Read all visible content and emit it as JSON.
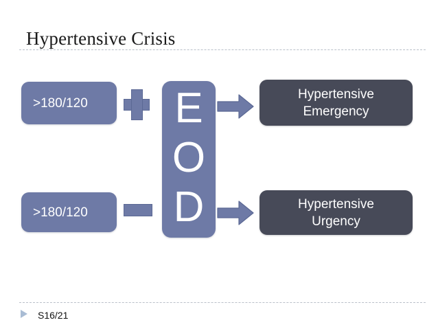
{
  "slide": {
    "title": "Hypertensive Crisis",
    "background_color": "#ffffff",
    "rule_color": "#b9bfc9"
  },
  "diagram": {
    "accent_blue": "#6e7aa6",
    "accent_dark": "#474a58",
    "text_color": "#ffffff",
    "center_node": {
      "name": "EOD",
      "letters": [
        "E",
        "O",
        "D"
      ]
    },
    "rows": [
      {
        "id": "emergency",
        "source_label": ">180/120",
        "operator": "plus",
        "operator_symbol": "+",
        "result_line1": "Hypertensive",
        "result_line2": "Emergency"
      },
      {
        "id": "urgency",
        "source_label": ">180/120",
        "operator": "minus",
        "operator_symbol": "−",
        "result_line1": "Hypertensive",
        "result_line2": "Urgency"
      }
    ]
  },
  "footer": {
    "bullet_icon": "triangle-right-icon",
    "bullet_color": "#a9bcd4",
    "label": "S16/21"
  }
}
